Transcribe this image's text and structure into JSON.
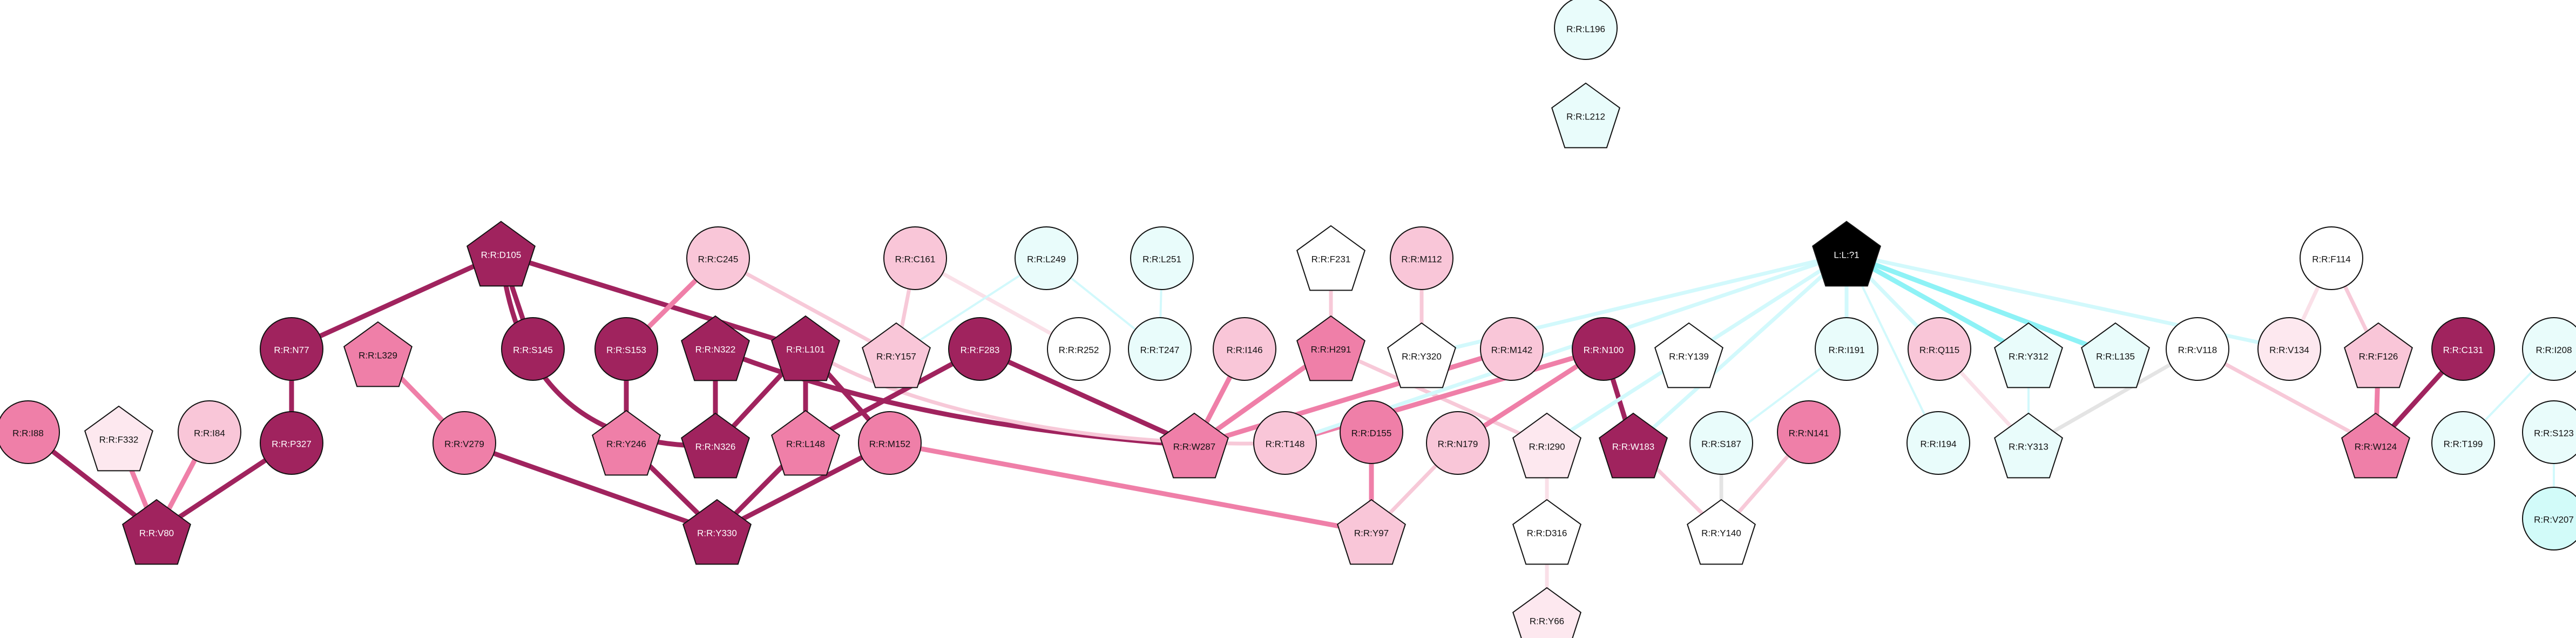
{
  "palette": {
    "dark": "#a0235e",
    "mid": "#ef7fa8",
    "light": "#f9c6d8",
    "pale": "#fde8ef",
    "white": "#ffffff",
    "cyan_light": "#e9fcfb",
    "cyan_mid": "#d2fbf9",
    "black": "#000000",
    "edge_dark": "#a0235e",
    "edge_mid": "#ef7fa8",
    "edge_light": "#f7c9d8",
    "edge_pale": "#fae0e8",
    "edge_grey": "#e4e4e4",
    "edge_cyan_light": "#d2f9fc",
    "edge_cyan": "#8ef2f6"
  },
  "nodes": [
    {
      "id": "L196",
      "label": "R:R:L196",
      "shape": "circle",
      "fill": "cyan_light",
      "text": "dark"
    },
    {
      "id": "L212",
      "label": "R:R:L212",
      "shape": "pentagon",
      "fill": "cyan_light",
      "text": "dark"
    },
    {
      "id": "D105",
      "label": "R:R:D105",
      "shape": "pentagon",
      "fill": "dark",
      "text": "light"
    },
    {
      "id": "C245",
      "label": "R:R:C245",
      "shape": "circle",
      "fill": "light",
      "text": "dark"
    },
    {
      "id": "C161",
      "label": "R:R:C161",
      "shape": "circle",
      "fill": "light",
      "text": "dark"
    },
    {
      "id": "L249",
      "label": "R:R:L249",
      "shape": "circle",
      "fill": "cyan_light",
      "text": "dark"
    },
    {
      "id": "L251",
      "label": "R:R:L251",
      "shape": "circle",
      "fill": "cyan_light",
      "text": "dark"
    },
    {
      "id": "F231",
      "label": "R:R:F231",
      "shape": "pentagon",
      "fill": "white",
      "text": "dark"
    },
    {
      "id": "M112",
      "label": "R:R:M112",
      "shape": "circle",
      "fill": "light",
      "text": "dark"
    },
    {
      "id": "L71",
      "label": "L:L:?1",
      "shape": "pentagon",
      "fill": "black",
      "text": "light"
    },
    {
      "id": "F114",
      "label": "R:R:F114",
      "shape": "circle",
      "fill": "white",
      "text": "dark"
    },
    {
      "id": "N77",
      "label": "R:R:N77",
      "shape": "circle",
      "fill": "dark",
      "text": "light"
    },
    {
      "id": "L329",
      "label": "R:R:L329",
      "shape": "pentagon",
      "fill": "mid",
      "text": "dark"
    },
    {
      "id": "S145",
      "label": "R:R:S145",
      "shape": "circle",
      "fill": "dark",
      "text": "light"
    },
    {
      "id": "S153",
      "label": "R:R:S153",
      "shape": "circle",
      "fill": "dark",
      "text": "light"
    },
    {
      "id": "N322",
      "label": "R:R:N322",
      "shape": "pentagon",
      "fill": "dark",
      "text": "light"
    },
    {
      "id": "L101",
      "label": "R:R:L101",
      "shape": "pentagon",
      "fill": "dark",
      "text": "light"
    },
    {
      "id": "Y157",
      "label": "R:R:Y157",
      "shape": "pentagon",
      "fill": "light",
      "text": "dark"
    },
    {
      "id": "F283",
      "label": "R:R:F283",
      "shape": "circle",
      "fill": "dark",
      "text": "light"
    },
    {
      "id": "R252",
      "label": "R:R:R252",
      "shape": "circle",
      "fill": "white",
      "text": "dark"
    },
    {
      "id": "T247",
      "label": "R:R:T247",
      "shape": "circle",
      "fill": "cyan_light",
      "text": "dark"
    },
    {
      "id": "I146",
      "label": "R:R:I146",
      "shape": "circle",
      "fill": "light",
      "text": "dark"
    },
    {
      "id": "H291",
      "label": "R:R:H291",
      "shape": "pentagon",
      "fill": "mid",
      "text": "dark"
    },
    {
      "id": "Y320",
      "label": "R:R:Y320",
      "shape": "pentagon",
      "fill": "white",
      "text": "dark"
    },
    {
      "id": "M142",
      "label": "R:R:M142",
      "shape": "circle",
      "fill": "light",
      "text": "dark"
    },
    {
      "id": "N100",
      "label": "R:R:N100",
      "shape": "circle",
      "fill": "dark",
      "text": "light"
    },
    {
      "id": "Y139",
      "label": "R:R:Y139",
      "shape": "pentagon",
      "fill": "white",
      "text": "dark"
    },
    {
      "id": "I191",
      "label": "R:R:I191",
      "shape": "circle",
      "fill": "cyan_light",
      "text": "dark"
    },
    {
      "id": "Q115",
      "label": "R:R:Q115",
      "shape": "circle",
      "fill": "light",
      "text": "dark"
    },
    {
      "id": "Y312",
      "label": "R:R:Y312",
      "shape": "pentagon",
      "fill": "cyan_light",
      "text": "dark"
    },
    {
      "id": "L135",
      "label": "R:R:L135",
      "shape": "pentagon",
      "fill": "cyan_light",
      "text": "dark"
    },
    {
      "id": "V118",
      "label": "R:R:V118",
      "shape": "circle",
      "fill": "white",
      "text": "dark"
    },
    {
      "id": "V134",
      "label": "R:R:V134",
      "shape": "circle",
      "fill": "pale",
      "text": "dark"
    },
    {
      "id": "F126",
      "label": "R:R:F126",
      "shape": "pentagon",
      "fill": "light",
      "text": "dark"
    },
    {
      "id": "C131",
      "label": "R:R:C131",
      "shape": "circle",
      "fill": "dark",
      "text": "light"
    },
    {
      "id": "I208",
      "label": "R:R:I208",
      "shape": "circle",
      "fill": "cyan_light",
      "text": "dark"
    },
    {
      "id": "I88",
      "label": "R:R:I88",
      "shape": "circle",
      "fill": "mid",
      "text": "dark"
    },
    {
      "id": "F332",
      "label": "R:R:F332",
      "shape": "pentagon",
      "fill": "pale",
      "text": "dark"
    },
    {
      "id": "I84",
      "label": "R:R:I84",
      "shape": "circle",
      "fill": "light",
      "text": "dark"
    },
    {
      "id": "P327",
      "label": "R:R:P327",
      "shape": "circle",
      "fill": "dark",
      "text": "light"
    },
    {
      "id": "V279",
      "label": "R:R:V279",
      "shape": "circle",
      "fill": "mid",
      "text": "dark"
    },
    {
      "id": "Y246",
      "label": "R:R:Y246",
      "shape": "pentagon",
      "fill": "mid",
      "text": "dark"
    },
    {
      "id": "N326",
      "label": "R:R:N326",
      "shape": "pentagon",
      "fill": "dark",
      "text": "light"
    },
    {
      "id": "L148",
      "label": "R:R:L148",
      "shape": "pentagon",
      "fill": "mid",
      "text": "dark"
    },
    {
      "id": "M152",
      "label": "R:R:M152",
      "shape": "circle",
      "fill": "mid",
      "text": "dark"
    },
    {
      "id": "W287",
      "label": "R:R:W287",
      "shape": "pentagon",
      "fill": "mid",
      "text": "dark"
    },
    {
      "id": "T148",
      "label": "R:R:T148",
      "shape": "circle",
      "fill": "light",
      "text": "dark"
    },
    {
      "id": "D155",
      "label": "R:R:D155",
      "shape": "circle",
      "fill": "mid",
      "text": "dark"
    },
    {
      "id": "N179",
      "label": "R:R:N179",
      "shape": "circle",
      "fill": "light",
      "text": "dark"
    },
    {
      "id": "I290",
      "label": "R:R:I290",
      "shape": "pentagon",
      "fill": "pale",
      "text": "dark"
    },
    {
      "id": "W183",
      "label": "R:R:W183",
      "shape": "pentagon",
      "fill": "dark",
      "text": "light"
    },
    {
      "id": "S187",
      "label": "R:R:S187",
      "shape": "circle",
      "fill": "cyan_light",
      "text": "dark"
    },
    {
      "id": "N141",
      "label": "R:R:N141",
      "shape": "circle",
      "fill": "mid",
      "text": "dark"
    },
    {
      "id": "I194",
      "label": "R:R:I194",
      "shape": "circle",
      "fill": "cyan_light",
      "text": "dark"
    },
    {
      "id": "Y313",
      "label": "R:R:Y313",
      "shape": "pentagon",
      "fill": "cyan_light",
      "text": "dark"
    },
    {
      "id": "W124",
      "label": "R:R:W124",
      "shape": "pentagon",
      "fill": "mid",
      "text": "dark"
    },
    {
      "id": "S123",
      "label": "R:R:S123",
      "shape": "circle",
      "fill": "cyan_light",
      "text": "dark"
    },
    {
      "id": "T199",
      "label": "R:R:T199",
      "shape": "circle",
      "fill": "cyan_light",
      "text": "dark"
    },
    {
      "id": "V80",
      "label": "R:R:V80",
      "shape": "pentagon",
      "fill": "dark",
      "text": "light"
    },
    {
      "id": "Y330",
      "label": "R:R:Y330",
      "shape": "pentagon",
      "fill": "dark",
      "text": "light"
    },
    {
      "id": "Y97",
      "label": "R:R:Y97",
      "shape": "pentagon",
      "fill": "light",
      "text": "dark"
    },
    {
      "id": "D316",
      "label": "R:R:D316",
      "shape": "pentagon",
      "fill": "white",
      "text": "dark"
    },
    {
      "id": "Y140",
      "label": "R:R:Y140",
      "shape": "pentagon",
      "fill": "white",
      "text": "dark"
    },
    {
      "id": "V207",
      "label": "R:R:V207",
      "shape": "circle",
      "fill": "cyan_mid",
      "text": "dark"
    },
    {
      "id": "Y66",
      "label": "R:R:Y66",
      "shape": "pentagon",
      "fill": "pale",
      "text": "dark"
    }
  ],
  "edges": [
    {
      "from": "D105",
      "to": "N77",
      "color": "edge_dark",
      "weight": "heavy"
    },
    {
      "from": "D105",
      "to": "S145",
      "color": "edge_dark",
      "weight": "heavy"
    },
    {
      "from": "D105",
      "to": "L101",
      "color": "edge_dark",
      "weight": "heavy"
    },
    {
      "from": "D105",
      "to": "N326",
      "color": "edge_dark",
      "weight": "heavy"
    },
    {
      "from": "N77",
      "to": "P327",
      "color": "edge_dark",
      "weight": "heavy"
    },
    {
      "from": "C245",
      "to": "S153",
      "color": "edge_mid",
      "weight": "heavy"
    },
    {
      "from": "C245",
      "to": "Y157",
      "color": "edge_light",
      "weight": "medium"
    },
    {
      "from": "C161",
      "to": "Y157",
      "color": "edge_light",
      "weight": "medium"
    },
    {
      "from": "C161",
      "to": "R252",
      "color": "edge_pale",
      "weight": "medium"
    },
    {
      "from": "L249",
      "to": "Y157",
      "color": "edge_cyan_light",
      "weight": "light"
    },
    {
      "from": "L251",
      "to": "T247",
      "color": "edge_cyan_light",
      "weight": "light"
    },
    {
      "from": "L249",
      "to": "T247",
      "color": "edge_cyan_light",
      "weight": "light"
    },
    {
      "from": "F231",
      "to": "H291",
      "color": "edge_light",
      "weight": "medium"
    },
    {
      "from": "M112",
      "to": "Y320",
      "color": "edge_light",
      "weight": "medium"
    },
    {
      "from": "L329",
      "to": "V279",
      "color": "edge_mid",
      "weight": "heavy"
    },
    {
      "from": "S153",
      "to": "Y246",
      "color": "edge_dark",
      "weight": "heavy"
    },
    {
      "from": "N322",
      "to": "N326",
      "color": "edge_dark",
      "weight": "heavy"
    },
    {
      "from": "N322",
      "to": "W287",
      "color": "edge_dark",
      "weight": "heavy"
    },
    {
      "from": "L101",
      "to": "N326",
      "color": "edge_dark",
      "weight": "heavy"
    },
    {
      "from": "L101",
      "to": "L148",
      "color": "edge_dark",
      "weight": "heavy"
    },
    {
      "from": "L101",
      "to": "M152",
      "color": "edge_dark",
      "weight": "heavy"
    },
    {
      "from": "L101",
      "to": "T148",
      "color": "edge_light",
      "weight": "medium"
    },
    {
      "from": "F283",
      "to": "L148",
      "color": "edge_dark",
      "weight": "heavy"
    },
    {
      "from": "F283",
      "to": "W287",
      "color": "edge_dark",
      "weight": "heavy"
    },
    {
      "from": "I146",
      "to": "W287",
      "color": "edge_mid",
      "weight": "heavy"
    },
    {
      "from": "H291",
      "to": "W287",
      "color": "edge_mid",
      "weight": "heavy"
    },
    {
      "from": "H291",
      "to": "I290",
      "color": "edge_light",
      "weight": "medium"
    },
    {
      "from": "M142",
      "to": "W287",
      "color": "edge_mid",
      "weight": "heavy"
    },
    {
      "from": "N100",
      "to": "T148",
      "color": "edge_mid",
      "weight": "heavy"
    },
    {
      "from": "N100",
      "to": "N179",
      "color": "edge_mid",
      "weight": "heavy"
    },
    {
      "from": "N100",
      "to": "W183",
      "color": "edge_dark",
      "weight": "heavy"
    },
    {
      "from": "L71",
      "to": "Y320",
      "color": "edge_cyan_light",
      "weight": "medium"
    },
    {
      "from": "L71",
      "to": "T148",
      "color": "edge_cyan_light",
      "weight": "medium"
    },
    {
      "from": "L71",
      "to": "I290",
      "color": "edge_cyan_light",
      "weight": "medium"
    },
    {
      "from": "L71",
      "to": "W183",
      "color": "edge_cyan_light",
      "weight": "medium"
    },
    {
      "from": "L71",
      "to": "I191",
      "color": "edge_cyan_light",
      "weight": "medium"
    },
    {
      "from": "L71",
      "to": "Q115",
      "color": "edge_cyan_light",
      "weight": "medium"
    },
    {
      "from": "L71",
      "to": "Y312",
      "color": "edge_cyan",
      "weight": "heavy"
    },
    {
      "from": "L71",
      "to": "L135",
      "color": "edge_cyan",
      "weight": "heavy"
    },
    {
      "from": "L71",
      "to": "V134",
      "color": "edge_cyan_light",
      "weight": "medium"
    },
    {
      "from": "L71",
      "to": "I194",
      "color": "edge_cyan_light",
      "weight": "light"
    },
    {
      "from": "I191",
      "to": "S187",
      "color": "edge_cyan_light",
      "weight": "light"
    },
    {
      "from": "Q115",
      "to": "Y313",
      "color": "edge_pale",
      "weight": "medium"
    },
    {
      "from": "Y312",
      "to": "Y313",
      "color": "edge_cyan_light",
      "weight": "light"
    },
    {
      "from": "V118",
      "to": "Y313",
      "color": "edge_grey",
      "weight": "medium"
    },
    {
      "from": "V118",
      "to": "W124",
      "color": "edge_light",
      "weight": "medium"
    },
    {
      "from": "F114",
      "to": "V134",
      "color": "edge_pale",
      "weight": "medium"
    },
    {
      "from": "F114",
      "to": "F126",
      "color": "edge_light",
      "weight": "medium"
    },
    {
      "from": "F126",
      "to": "W124",
      "color": "edge_mid",
      "weight": "heavy"
    },
    {
      "from": "C131",
      "to": "W124",
      "color": "edge_dark",
      "weight": "heavy"
    },
    {
      "from": "I208",
      "to": "T199",
      "color": "edge_cyan_light",
      "weight": "light"
    },
    {
      "from": "S123",
      "to": "V207",
      "color": "edge_cyan_light",
      "weight": "light"
    },
    {
      "from": "I88",
      "to": "V80",
      "color": "edge_dark",
      "weight": "heavy"
    },
    {
      "from": "F332",
      "to": "V80",
      "color": "edge_mid",
      "weight": "heavy"
    },
    {
      "from": "I84",
      "to": "V80",
      "color": "edge_mid",
      "weight": "heavy"
    },
    {
      "from": "P327",
      "to": "V80",
      "color": "edge_dark",
      "weight": "heavy"
    },
    {
      "from": "V279",
      "to": "Y330",
      "color": "edge_dark",
      "weight": "heavy"
    },
    {
      "from": "Y246",
      "to": "Y330",
      "color": "edge_dark",
      "weight": "heavy"
    },
    {
      "from": "L148",
      "to": "Y330",
      "color": "edge_dark",
      "weight": "heavy"
    },
    {
      "from": "M152",
      "to": "Y330",
      "color": "edge_dark",
      "weight": "heavy"
    },
    {
      "from": "M152",
      "to": "Y97",
      "color": "edge_mid",
      "weight": "heavy"
    },
    {
      "from": "D155",
      "to": "Y97",
      "color": "edge_mid",
      "weight": "heavy"
    },
    {
      "from": "N179",
      "to": "Y97",
      "color": "edge_light",
      "weight": "medium"
    },
    {
      "from": "I290",
      "to": "D316",
      "color": "edge_pale",
      "weight": "medium"
    },
    {
      "from": "D316",
      "to": "Y66",
      "color": "edge_pale",
      "weight": "medium"
    },
    {
      "from": "W183",
      "to": "Y140",
      "color": "edge_light",
      "weight": "medium"
    },
    {
      "from": "S187",
      "to": "Y140",
      "color": "edge_grey",
      "weight": "medium"
    },
    {
      "from": "N141",
      "to": "Y140",
      "color": "edge_light",
      "weight": "medium"
    }
  ]
}
